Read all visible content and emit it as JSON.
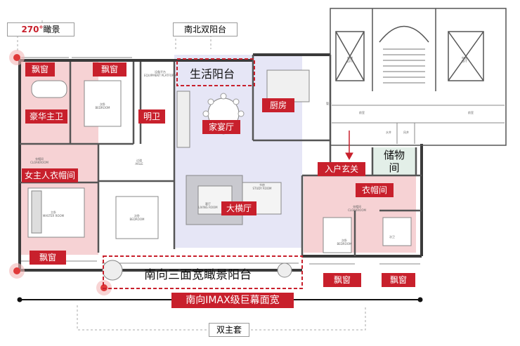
{
  "callouts": {
    "view_270_num": "270°",
    "view_270_text": "瞰景",
    "dual_balcony": "南北双阳台",
    "dual_master": "双主套"
  },
  "room_tags": {
    "bay_left_top": "飘窗",
    "bay_bed2": "飘窗",
    "luxury_bath": "豪华主卫",
    "bright_bath": "明卫",
    "banquet_hall": "家宴厅",
    "kitchen": "厨房",
    "entrance": "入户玄关",
    "closet": "衣帽间",
    "living": "大横厅",
    "women_closet": "女主人衣帽间",
    "bay_left_bottom": "飘窗",
    "bay_right_1": "飘窗",
    "bay_right_2": "飘窗"
  },
  "outlined_labels": {
    "service_balcony": "生活阳台",
    "storage_line1": "储物",
    "storage_line2": "间",
    "south_balcony": "南向三面宽瞰景阳台"
  },
  "banner": {
    "imax": "南向IMAX级巨幕面宽"
  },
  "plan_text": {
    "bedroom": "次卧",
    "bedroom_en": "BEDROOM",
    "master": "主卧",
    "master_en": "MASTER ROOM",
    "aisle": "过道",
    "aisle_en": "AISLE",
    "living": "客厅",
    "living_en": "LIVING ROOM",
    "study": "书房",
    "study_en": "STUDY ROOM",
    "cloakroom": "衣帽间",
    "cloakroom_en": "CLOAKROOM",
    "equip": "设备平台",
    "equip_en": "EQUIPMENT PLATFORM",
    "bath2": "次卫",
    "lift": "电梯",
    "lift_en": "LIFT",
    "hall": "前室",
    "pipe": "管井",
    "water": "水井",
    "wind": "风井"
  },
  "colors": {
    "accent_red": "#c8202c",
    "pink_zone": "#f6d2d4",
    "lavender_zone": "#e6e6f6",
    "wall": "#3a3a3a"
  }
}
